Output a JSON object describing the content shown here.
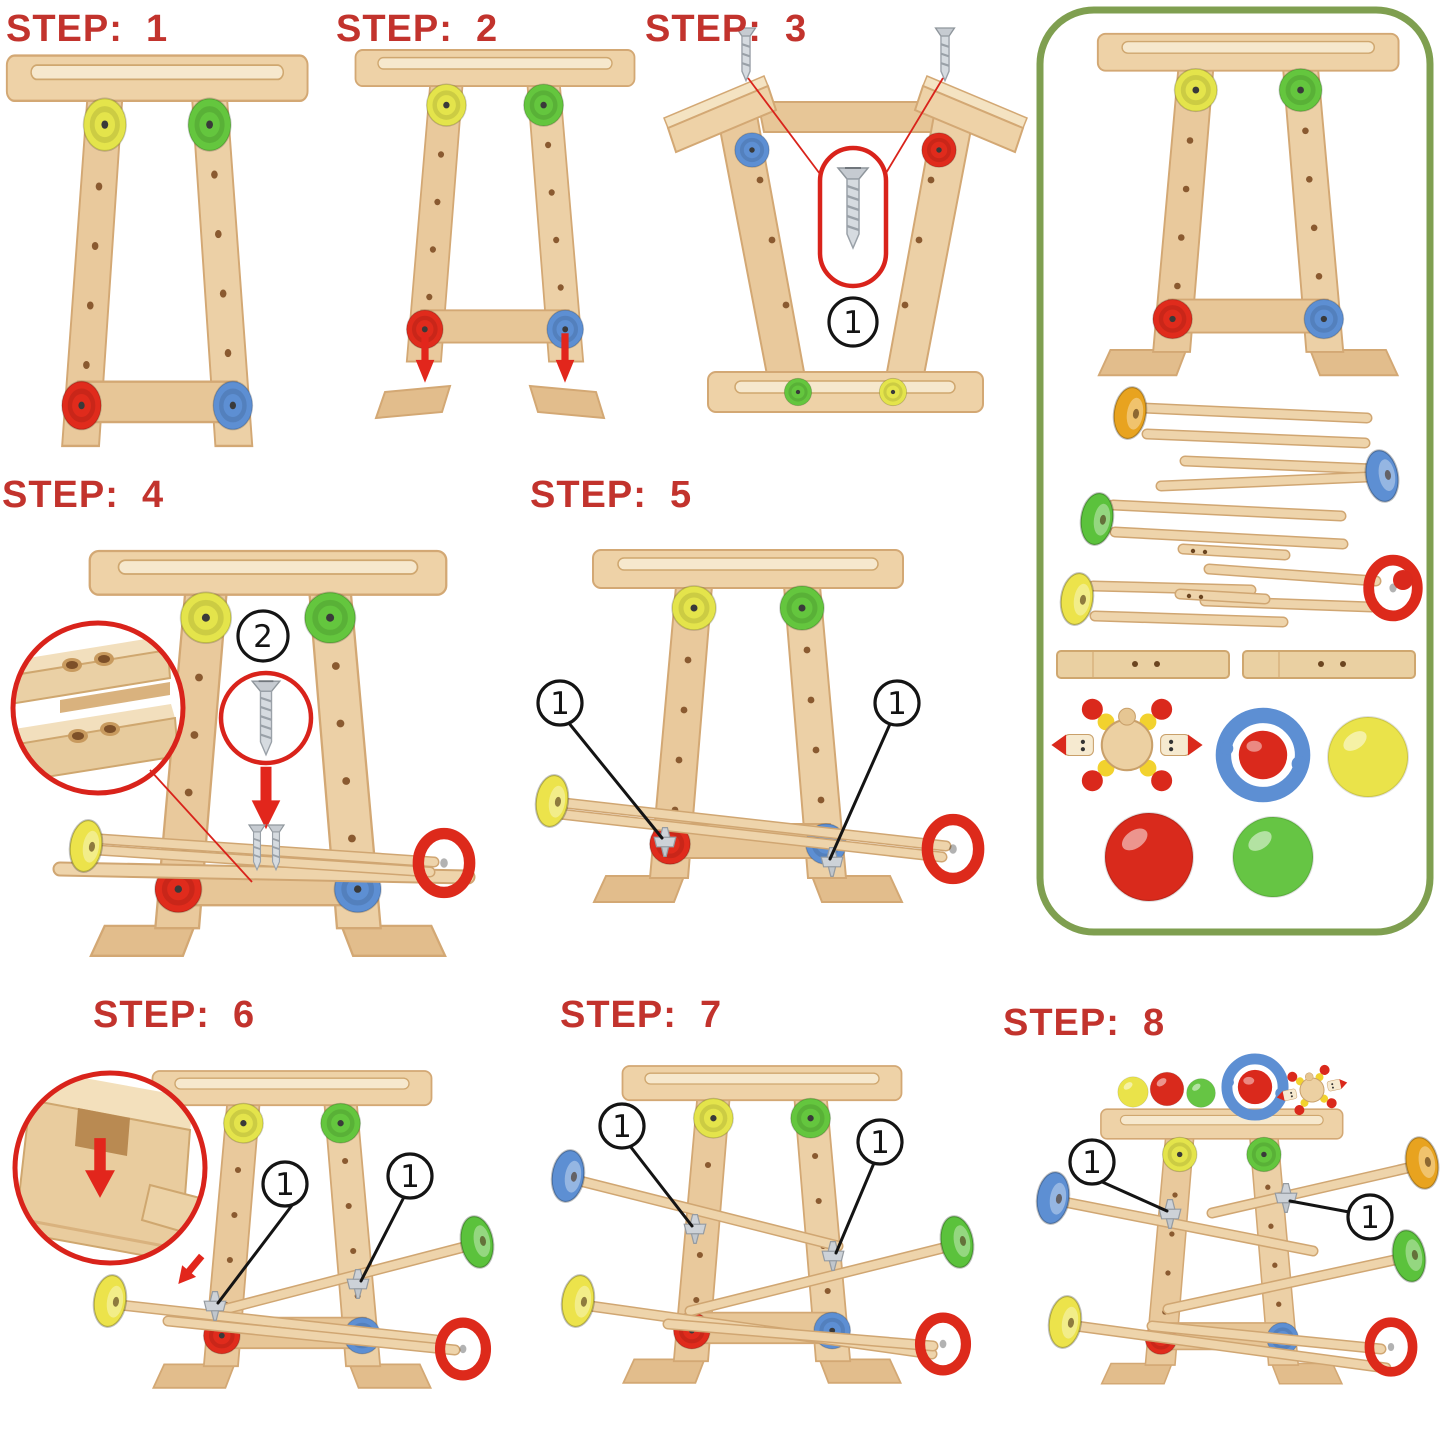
{
  "background": "#ffffff",
  "label_color": "#c2332d",
  "panel_border_color": "#7f9f50",
  "steps": [
    {
      "label": "STEP:  1",
      "icons": [
        "trestle-frame"
      ]
    },
    {
      "label": "STEP:  2",
      "icons": [
        "trestle-frame",
        "foot-block",
        "foot-block",
        "red-arrow-down",
        "red-arrow-down"
      ]
    },
    {
      "label": "STEP:  3",
      "callouts": [
        "1"
      ],
      "icons": [
        "inverted-frame",
        "screw",
        "screw",
        "screw-capsule"
      ]
    },
    {
      "label": "STEP:  4",
      "callouts": [
        "2"
      ],
      "icons": [
        "joint-detail-magnifier",
        "screw-circle",
        "red-arrow-down",
        "screw",
        "screw",
        "track-yellow",
        "wheel-red"
      ]
    },
    {
      "label": "STEP:  5",
      "callouts": [
        "1",
        "1"
      ],
      "icons": [
        "track-yellow",
        "wheel-red",
        "screw",
        "screw"
      ]
    },
    {
      "label": "STEP:  6",
      "callouts": [
        "1",
        "1"
      ],
      "icons": [
        "slot-detail-magnifier",
        "red-arrow-down",
        "track-yellow",
        "track-green",
        "wheel-red",
        "screw",
        "screw"
      ]
    },
    {
      "label": "STEP:  7",
      "callouts": [
        "1",
        "1"
      ],
      "icons": [
        "track-blue",
        "track-yellow",
        "track-green",
        "wheel-red",
        "screw",
        "screw"
      ]
    },
    {
      "label": "STEP:  8",
      "callouts": [
        "1",
        "1"
      ],
      "icons": [
        "ball-yellow",
        "ball-red",
        "ball-green",
        "ring-rattle",
        "clown-spinner",
        "track-orange",
        "track-blue",
        "track-green",
        "track-yellow",
        "wheel-red",
        "screw",
        "screw"
      ]
    }
  ],
  "parts_panel": {
    "items": [
      "assembled-stand",
      "track-orange",
      "track-blue",
      "track-green",
      "track-yellow",
      "track-red",
      "rail-sticks",
      "support-plank",
      "support-plank",
      "clown-spinner",
      "ring-rattle",
      "ball-yellow",
      "ball-red",
      "ball-green"
    ]
  },
  "palette": {
    "wood": "#ecd0a4",
    "wood_edge": "#d3a874",
    "knob_yellow": "#e4e44b",
    "knob_green": "#64c63e",
    "knob_red": "#e02b1c",
    "knob_blue": "#5d8fd3",
    "wheel_orange": "#e8a31f",
    "wheel_green": "#5bc23c",
    "wheel_yellow": "#ece34b",
    "wheel_blue": "#5d8fd3",
    "wheel_red": "#dd2a1b",
    "ball_yellow": "#eae34a",
    "ball_red": "#d92a1c",
    "ball_green": "#66c544",
    "accent_red": "#d9231b",
    "callout_ink": "#141414"
  }
}
